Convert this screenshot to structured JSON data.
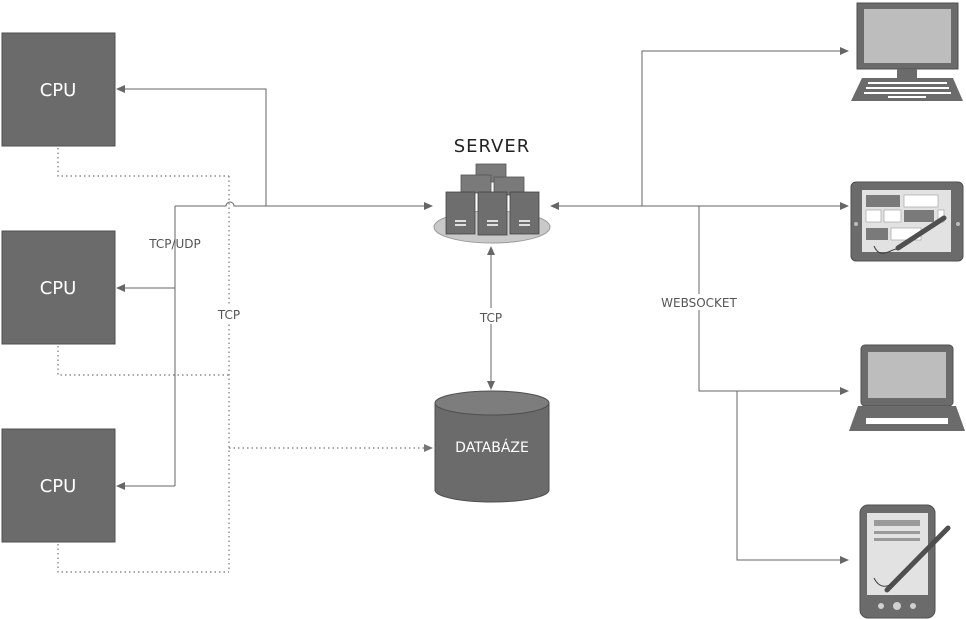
{
  "cpus": [
    {
      "label": "CPU"
    },
    {
      "label": "CPU"
    },
    {
      "label": "CPU"
    }
  ],
  "server": {
    "label": "SERVER"
  },
  "database": {
    "label": "DATABÁZE"
  },
  "edges": {
    "tcp_udp": "TCP/UDP",
    "tcp_cpu_db": "TCP",
    "tcp_server_db": "TCP",
    "websocket": "WEBSOCKET"
  },
  "clients": [
    {
      "icon": "desktop-monitor-icon"
    },
    {
      "icon": "tablet-pen-icon"
    },
    {
      "icon": "laptop-icon"
    },
    {
      "icon": "pda-pen-icon"
    }
  ],
  "colors": {
    "box_fill": "#6b6b6b",
    "box_stroke": "#4f4f4f",
    "line": "#666666",
    "dotted": "#777777"
  }
}
